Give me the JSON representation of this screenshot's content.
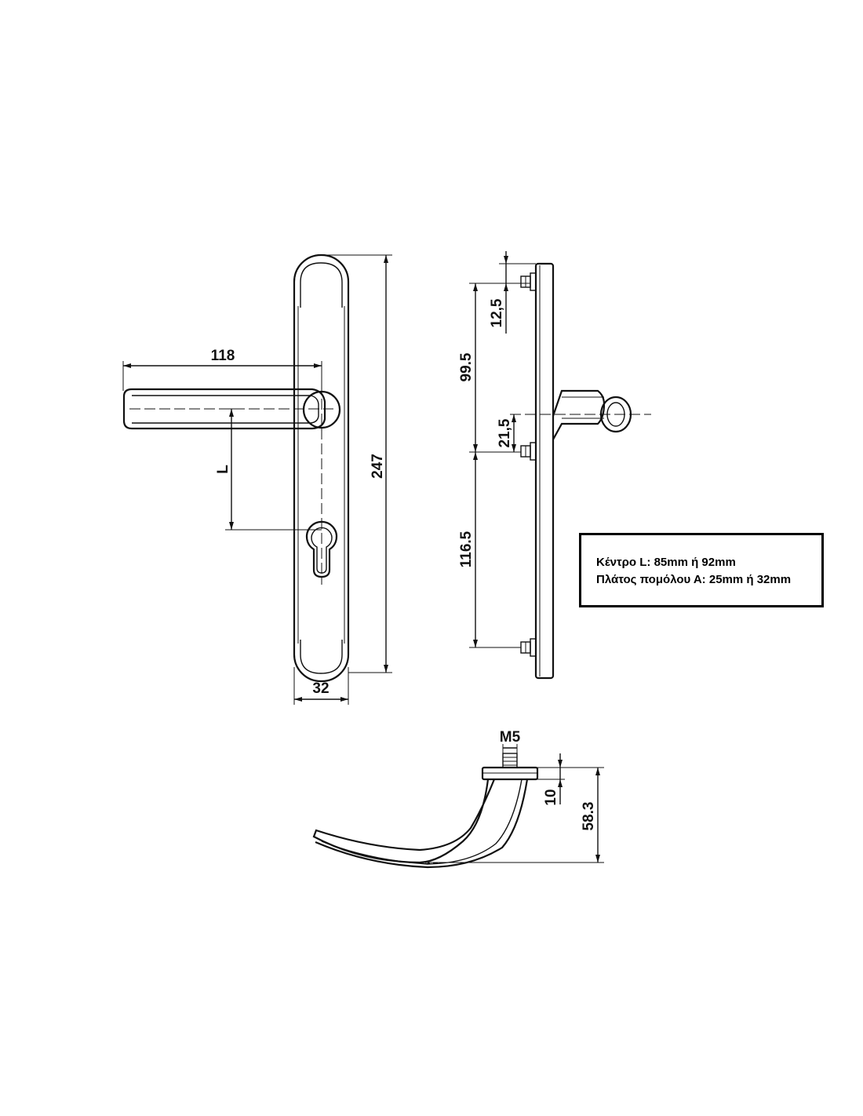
{
  "front_view": {
    "width_label": "118",
    "center_label": "L",
    "height_label": "247",
    "plate_width_label": "32"
  },
  "side_view": {
    "top_offset_label": "12,5",
    "upper_label": "99.5",
    "spindle_offset_label": "21,5",
    "lower_label": "116.5"
  },
  "bottom_view": {
    "thread_label": "M5",
    "base_label": "10",
    "height_label": "58.3"
  },
  "info": {
    "line1": "Κέντρο L: 85mm ή 92mm",
    "line2": "Πλάτος πομόλου Α: 25mm ή 32mm"
  }
}
